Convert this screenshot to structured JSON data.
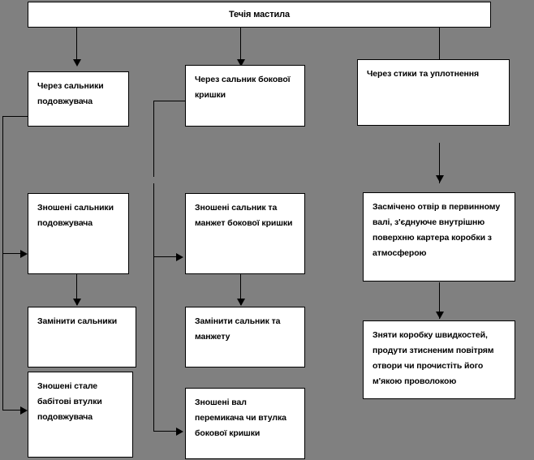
{
  "diagram": {
    "title_box": {
      "label": "Течія мастила"
    },
    "columns": [
      {
        "name": "extension-seals-column",
        "nodes": [
          {
            "id": "c1n1",
            "label": "Через сальники подовжувача"
          },
          {
            "id": "c1n2",
            "label": "Зношені сальники подовжувача"
          },
          {
            "id": "c1n3",
            "label": "Замінити сальники"
          },
          {
            "id": "c1n4",
            "label": "Зношені стале бабітові втулки подовжувача"
          }
        ]
      },
      {
        "name": "side-cover-seal-column",
        "nodes": [
          {
            "id": "c2n1",
            "label": "Через сальник бокової кришки"
          },
          {
            "id": "c2n2",
            "label": "Зношені сальник та манжет бокової кришки"
          },
          {
            "id": "c2n3",
            "label": "Замінити сальник та манжету"
          },
          {
            "id": "c2n4",
            "label": "Зношені вал перемикача чи втулка бокової кришки"
          }
        ]
      },
      {
        "name": "joints-and-seals-column",
        "nodes": [
          {
            "id": "c3n1",
            "label": "Через стики та уплотнення"
          },
          {
            "id": "c3n2",
            "label": "Засмічено отвір в первинному валі, з'єднуюче внутрішню поверхню картера коробки з атмосферою"
          },
          {
            "id": "c3n3",
            "label": "Зняти коробку швидкостей, продути зтисненим повітрям отвори чи прочистіть його м'якою проволокою"
          }
        ]
      }
    ],
    "colors": {
      "background": "#808080",
      "node_fill": "#ffffff",
      "stroke": "#000000",
      "text": "#000000"
    }
  }
}
